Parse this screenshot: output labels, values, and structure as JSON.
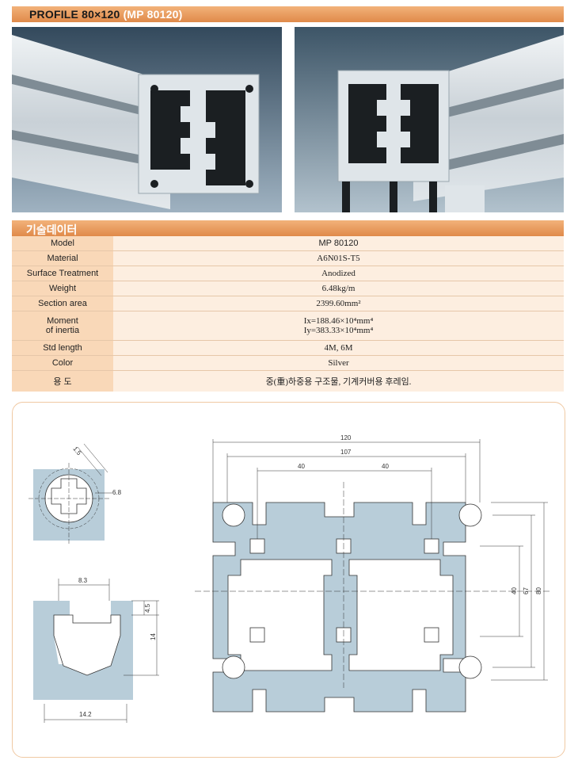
{
  "header": {
    "title_main": "PROFILE 80×120",
    "title_code": "(MP 80120)"
  },
  "spec": {
    "heading": "기술데이터",
    "rows": [
      {
        "label": "Model",
        "value": "MP 80120"
      },
      {
        "label": "Material",
        "value": "A6N01S-T5"
      },
      {
        "label": "Surface Treatment",
        "value": "Anodized"
      },
      {
        "label": "Weight",
        "value": "6.48kg/m"
      },
      {
        "label": "Section area",
        "value": "2399.60mm²"
      },
      {
        "label": "Moment of inertia",
        "label_line1": "Moment",
        "label_line2": "of inertia",
        "value_line1": "Ix=188.46×10⁴mm⁴",
        "value_line2": "Iy=383.33×10⁴mm⁴"
      },
      {
        "label": "Std length",
        "value": "4M, 6M"
      },
      {
        "label": "Color",
        "value": "Silver"
      },
      {
        "label": "용 도",
        "value": "중(重)하중용 구조물, 기계커버용 후레임."
      }
    ]
  },
  "drawing": {
    "slot_detail": {
      "dim_a": "1.5",
      "dim_b": "6.8"
    },
    "groove_detail": {
      "top_width": "8.3",
      "depth_a": "4.5",
      "depth_b": "14",
      "bottom_width": "14.2"
    },
    "profile": {
      "width_outer": "120",
      "width_inner": "107",
      "pitch_left": "40",
      "pitch_right": "40",
      "height_a": "40",
      "height_b": "67",
      "height_c": "80"
    }
  },
  "colors": {
    "accent": "#e38f4f",
    "table_key": "#f9d8b8",
    "table_value": "#fdeee0",
    "drawing_fill": "#b8cdd9"
  }
}
